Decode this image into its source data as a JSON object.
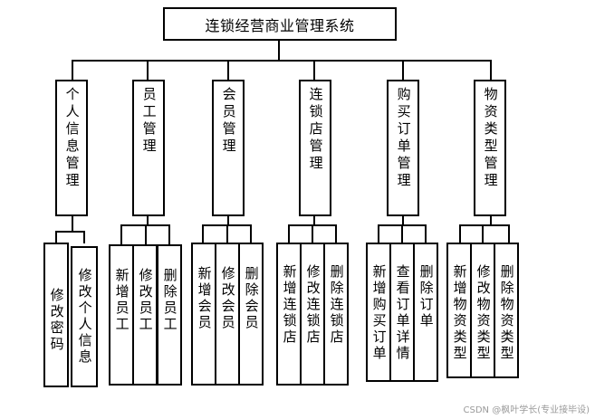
{
  "root": "连锁经营商业管理系统",
  "modules": [
    {
      "label": "个人信息管理",
      "children": [
        "修改密码",
        "修改个人信息"
      ]
    },
    {
      "label": "员工管理",
      "children": [
        "新增员工",
        "修改员工",
        "删除员工"
      ]
    },
    {
      "label": "会员管理",
      "children": [
        "新增会员",
        "修改会员",
        "删除会员"
      ]
    },
    {
      "label": "连锁店管理",
      "children": [
        "新增连锁店",
        "修改连锁店",
        "删除连锁店"
      ]
    },
    {
      "label": "购买订单管理",
      "children": [
        "新增购买订单",
        "查看订单详情",
        "删除订单"
      ]
    },
    {
      "label": "物资类型管理",
      "children": [
        "新增物资类型",
        "修改物资类型",
        "删除物资类型"
      ]
    }
  ],
  "watermark": "CSDN @枫叶学长(专业接毕设)"
}
